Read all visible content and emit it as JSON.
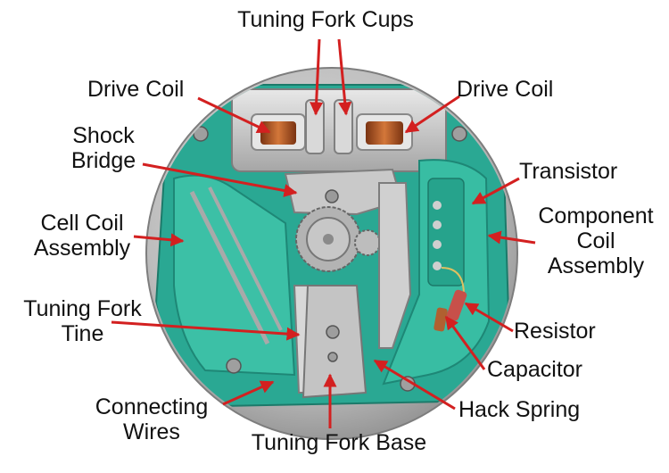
{
  "colors": {
    "arrow": "#d32020",
    "circuit_green": "#2aa893",
    "metal": "#b9b9b9",
    "coil_copper": "#b85a28"
  },
  "labels": {
    "tuning_fork_cups": "Tuning Fork Cups",
    "drive_coil_left": "Drive Coil",
    "drive_coil_right": "Drive Coil",
    "shock_bridge": [
      "Shock",
      "Bridge"
    ],
    "transistor": "Transistor",
    "cell_coil_assembly": [
      "Cell Coil",
      "Assembly"
    ],
    "component_coil_assembly": [
      "Component",
      "Coil",
      "Assembly"
    ],
    "tuning_fork_tine": [
      "Tuning Fork",
      "Tine"
    ],
    "resistor": "Resistor",
    "capacitor": "Capacitor",
    "connecting_wires": [
      "Connecting",
      "Wires"
    ],
    "hack_spring": "Hack Spring",
    "tuning_fork_base": "Tuning Fork Base"
  }
}
